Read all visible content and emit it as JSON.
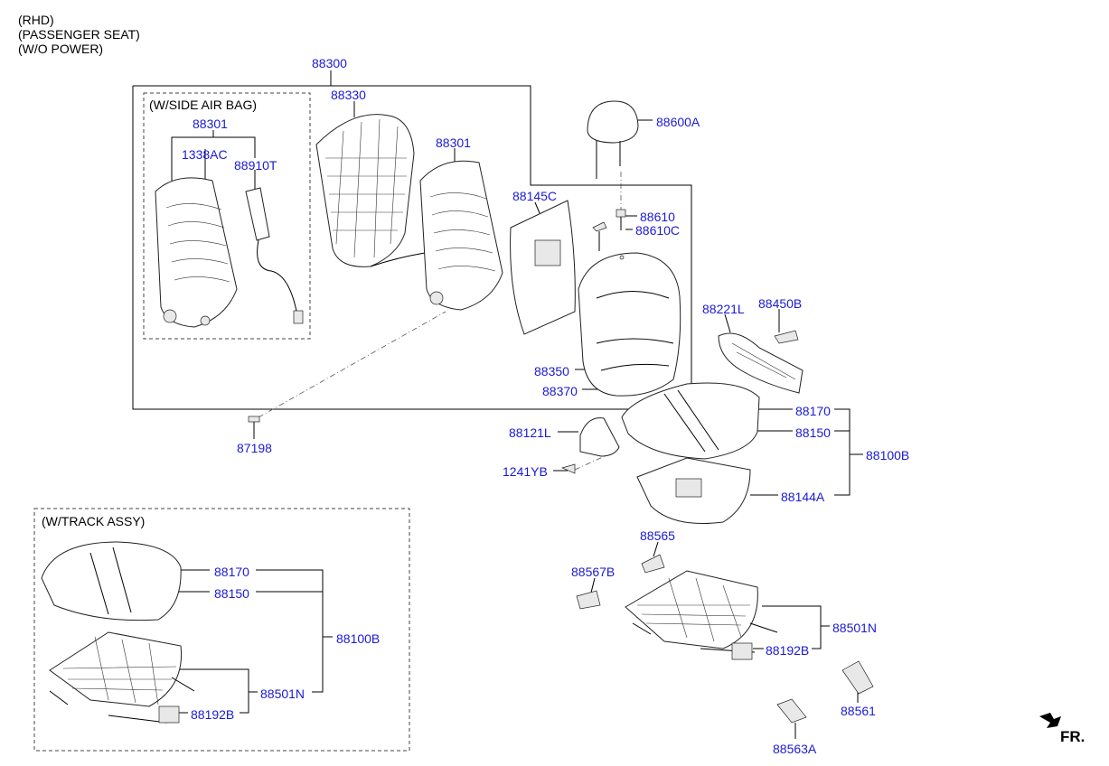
{
  "header": {
    "line1": "(RHD)",
    "line2": "(PASSENGER SEAT)",
    "line3": "(W/O POWER)"
  },
  "boxes": {
    "side_air_bag": "(W/SIDE AIR BAG)",
    "track_assy": "(W/TRACK ASSY)"
  },
  "direction_label": "FR.",
  "parts": {
    "p88300": "88300",
    "p88330": "88330",
    "p88301_a": "88301",
    "p1338ac": "1338AC",
    "p88910t": "88910T",
    "p88301_b": "88301",
    "p88600a": "88600A",
    "p88145c": "88145C",
    "p88610": "88610",
    "p88610c": "88610C",
    "p88221l": "88221L",
    "p88450b": "88450B",
    "p88350": "88350",
    "p88370": "88370",
    "p87198": "87198",
    "p88170_a": "88170",
    "p88121l": "88121L",
    "p88150_a": "88150",
    "p88100b_a": "88100B",
    "p1241yb": "1241YB",
    "p88144a": "88144A",
    "p88565": "88565",
    "p88567b": "88567B",
    "p88501n_a": "88501N",
    "p88192b_a": "88192B",
    "p88561": "88561",
    "p88563a": "88563A",
    "p88170_b": "88170",
    "p88150_b": "88150",
    "p88100b_b": "88100B",
    "p88501n_b": "88501N",
    "p88192b_b": "88192B"
  },
  "icons": [
    "fr-arrow-icon"
  ]
}
